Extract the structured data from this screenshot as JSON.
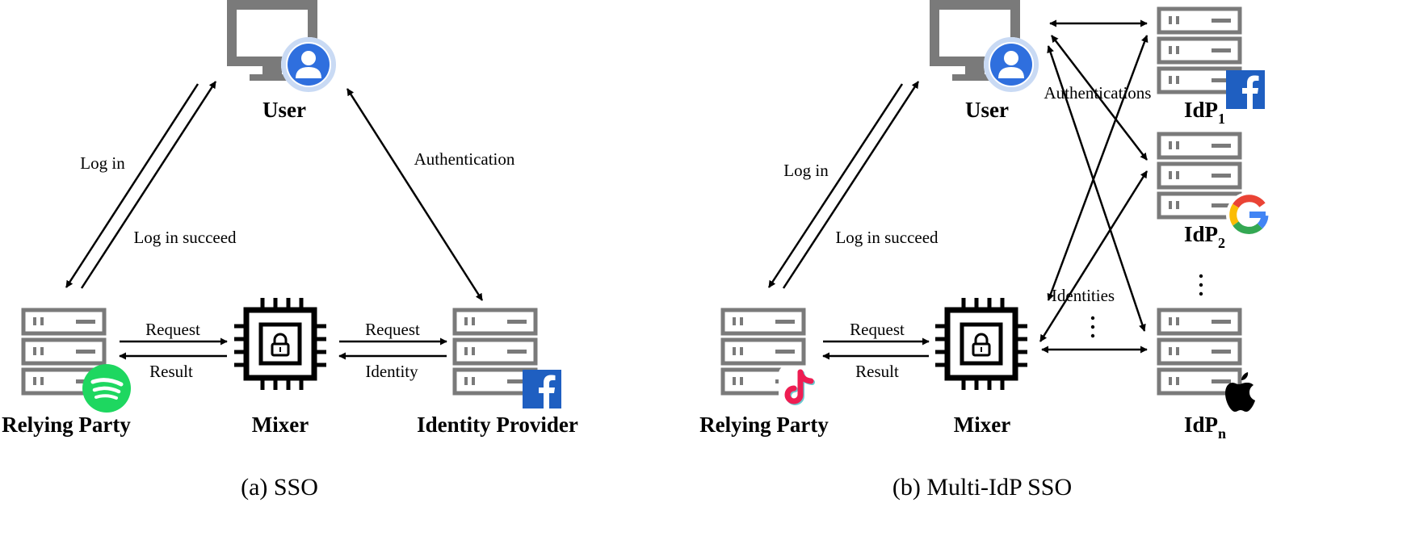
{
  "panel_a": {
    "caption": "(a) SSO",
    "nodes": {
      "user": "User",
      "relying_party": "Relying Party",
      "mixer": "Mixer",
      "identity_provider": "Identity Provider"
    },
    "edges": {
      "log_in": "Log in",
      "log_in_succeed": "Log in succeed",
      "authentication": "Authentication",
      "request_rp_mixer": "Request",
      "result": "Result",
      "request_mixer_idp": "Request",
      "identity": "Identity"
    },
    "icons": {
      "user": "user-avatar-icon",
      "relying_party": "spotify-logo-icon",
      "identity_provider": "facebook-logo-icon"
    }
  },
  "panel_b": {
    "caption": "(b) Multi-IdP SSO",
    "nodes": {
      "user": "User",
      "relying_party": "Relying Party",
      "mixer": "Mixer",
      "idp1": "IdP",
      "idp1_sub": "1",
      "idp2": "IdP",
      "idp2_sub": "2",
      "idpn": "IdP",
      "idpn_sub": "n"
    },
    "edges": {
      "log_in": "Log in",
      "log_in_succeed": "Log in succeed",
      "authentications": "Authentications",
      "identities": "Identities",
      "request": "Request",
      "result": "Result"
    },
    "icons": {
      "user": "user-avatar-icon",
      "relying_party": "tiktok-logo-icon",
      "idp1": "facebook-logo-icon",
      "idp2": "google-logo-icon",
      "idpn": "apple-logo-icon"
    }
  },
  "colors": {
    "device_gray": "#7a7a7a",
    "user_blue": "#2f6fde",
    "user_ring": "#c9daf4",
    "spotify_green": "#1ed760",
    "facebook_blue": "#1f5fc1",
    "tiktok_red": "#ee1d52",
    "tiktok_cyan": "#69c9d0",
    "apple_black": "#000000"
  }
}
